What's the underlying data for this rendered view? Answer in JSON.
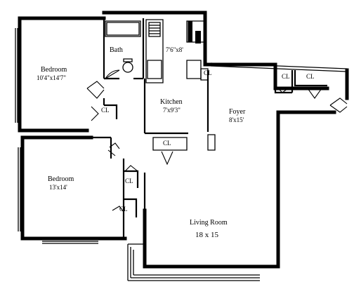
{
  "rooms": {
    "bedroom1": {
      "name": "Bedroom",
      "size": "10'4\"x14'7\""
    },
    "bedroom2": {
      "name": "Bedroom",
      "size": "13'x14'"
    },
    "bath": {
      "name": "Bath",
      "size": "7'6\"x8'"
    },
    "kitchen": {
      "name": "Kitchen",
      "size": "7'x9'3\""
    },
    "foyer": {
      "name": "Foyer",
      "size": "8'x15'"
    },
    "living": {
      "name": "Living Room",
      "size": "18 x 15"
    }
  },
  "closets": {
    "label": "CL"
  }
}
